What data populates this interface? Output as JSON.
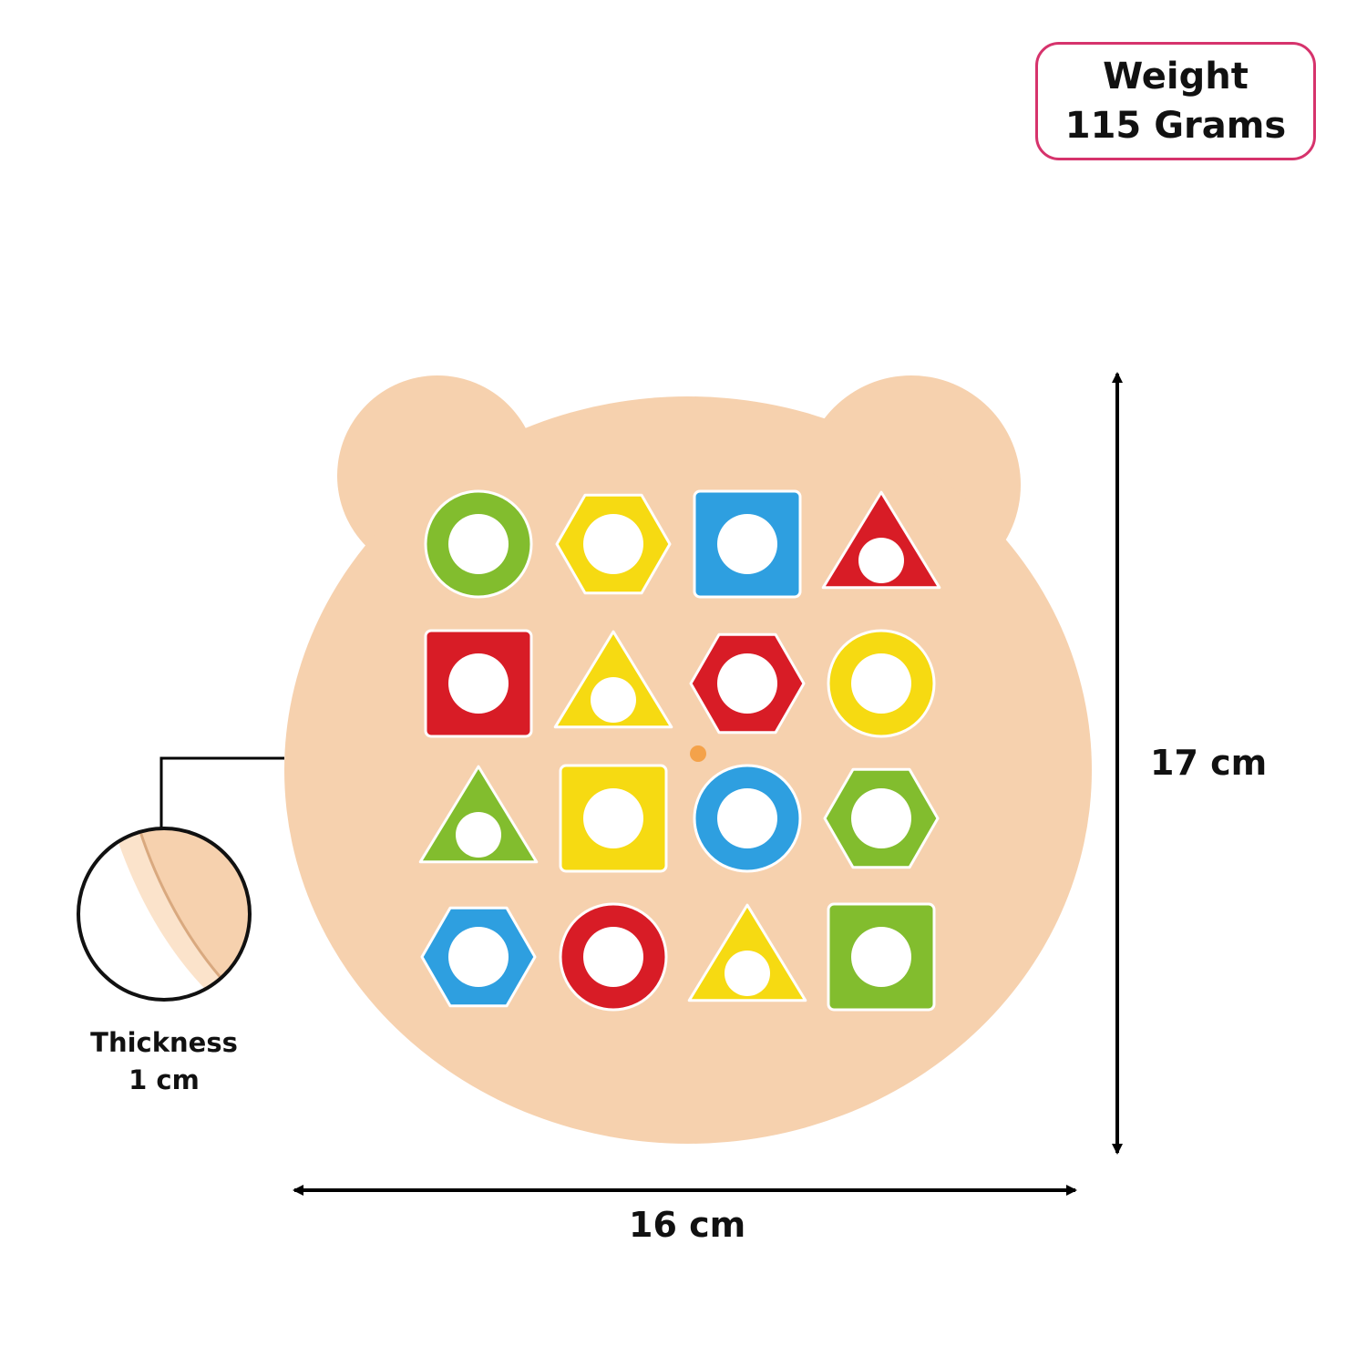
{
  "weight": {
    "label": "Weight",
    "value": "115 Grams"
  },
  "dimensions": {
    "height": "17 cm",
    "width": "16 cm",
    "thickness_label": "Thickness",
    "thickness_value": "1 cm"
  },
  "colors": {
    "board": "#f6d1ae",
    "badge_border": "#d6336c",
    "green": "#82bd2e",
    "yellow": "#f6da12",
    "blue": "#2e9fe0",
    "red": "#d81c26"
  },
  "shape_pieces": [
    {
      "row": 1,
      "col": 1,
      "shape": "circle",
      "color": "green"
    },
    {
      "row": 1,
      "col": 2,
      "shape": "hexagon",
      "color": "yellow"
    },
    {
      "row": 1,
      "col": 3,
      "shape": "square",
      "color": "blue"
    },
    {
      "row": 1,
      "col": 4,
      "shape": "triangle",
      "color": "red"
    },
    {
      "row": 2,
      "col": 1,
      "shape": "square",
      "color": "red"
    },
    {
      "row": 2,
      "col": 2,
      "shape": "triangle",
      "color": "yellow"
    },
    {
      "row": 2,
      "col": 3,
      "shape": "hexagon",
      "color": "red"
    },
    {
      "row": 2,
      "col": 4,
      "shape": "circle",
      "color": "yellow"
    },
    {
      "row": 3,
      "col": 1,
      "shape": "triangle",
      "color": "green"
    },
    {
      "row": 3,
      "col": 2,
      "shape": "square",
      "color": "yellow"
    },
    {
      "row": 3,
      "col": 3,
      "shape": "circle",
      "color": "blue"
    },
    {
      "row": 3,
      "col": 4,
      "shape": "hexagon",
      "color": "green"
    },
    {
      "row": 4,
      "col": 1,
      "shape": "hexagon",
      "color": "blue"
    },
    {
      "row": 4,
      "col": 2,
      "shape": "circle",
      "color": "red"
    },
    {
      "row": 4,
      "col": 3,
      "shape": "triangle",
      "color": "yellow"
    },
    {
      "row": 4,
      "col": 4,
      "shape": "square",
      "color": "green"
    }
  ]
}
